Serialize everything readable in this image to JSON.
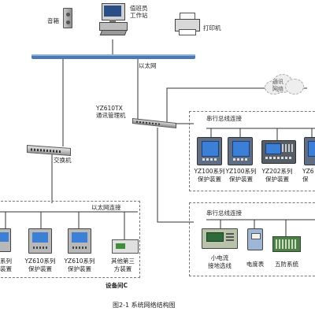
{
  "top": {
    "speaker_label": "音箱",
    "workstation_label": [
      "值班员",
      "工作站"
    ],
    "printer_label": "打印机",
    "ethernet_label": "以太网"
  },
  "cloud_label": [
    "通讯",
    "网络"
  ],
  "comm_manager": {
    "model": "YZ610TX",
    "name": "通讯管理机"
  },
  "switch_label": "交换机",
  "serial_top": {
    "title": "串行总线连接",
    "devices": [
      {
        "line1": "YZ100系列",
        "line2": "保护装置"
      },
      {
        "line1": "YZ100系列",
        "line2": "保护装置"
      },
      {
        "line1": "YZ202系列",
        "line2": "保护装置"
      },
      {
        "line1": "YZ6",
        "line2": "保"
      }
    ]
  },
  "serial_bottom": {
    "title": "串行总线连接",
    "devices": [
      {
        "line1": "小电流",
        "line2": "接地选线"
      },
      {
        "line1": "电度表",
        "line2": ""
      },
      {
        "line1": "五防系统",
        "line2": ""
      }
    ]
  },
  "eth_group": {
    "title": "以太网连接",
    "devices": [
      {
        "line1": "系列",
        "line2": "装置"
      },
      {
        "line1": "YZ610系列",
        "line2": "保护装置"
      },
      {
        "line1": "YZ610系列",
        "line2": "保护装置"
      },
      {
        "line1": "其他第三",
        "line2": "方装置"
      }
    ],
    "room_label": "设备间C"
  },
  "caption": "图2-1   系统网络结构图",
  "colors": {
    "bus": "#4a79b8",
    "wire": "#333333",
    "frame": "#777777",
    "screen": "#2a4f86"
  }
}
